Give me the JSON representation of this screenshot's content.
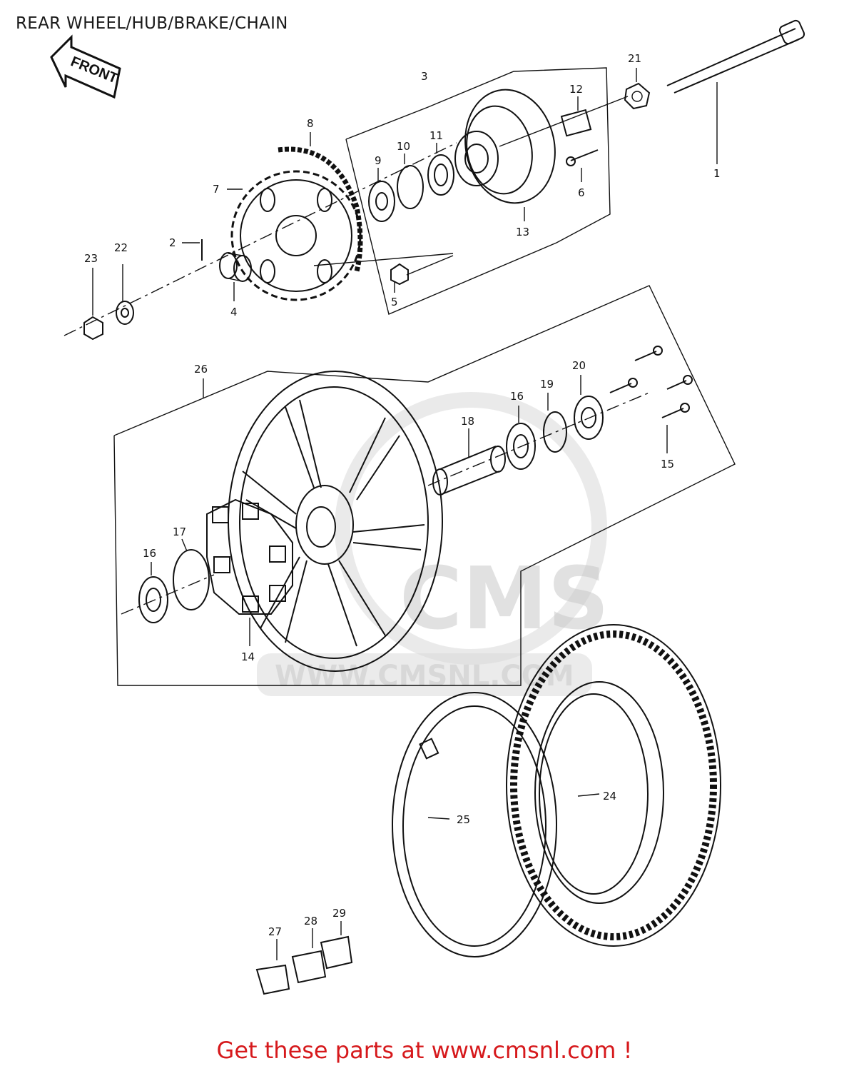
{
  "header": {
    "title": "REAR WHEEL/HUB/BRAKE/CHAIN"
  },
  "badge": {
    "front_label": "FRONT"
  },
  "watermark": {
    "brand": "CMS",
    "url": "WWW.CMSNL.COM"
  },
  "footer": {
    "cta_text": "Get these parts at www.cmsnl.com !",
    "color": "#d6191c"
  },
  "callouts": {
    "c1": "1",
    "c2": "2",
    "c3": "3",
    "c4": "4",
    "c5": "5",
    "c6": "6",
    "c7": "7",
    "c8": "8",
    "c9": "9",
    "c10": "10",
    "c11": "11",
    "c12": "12",
    "c13": "13",
    "c14": "14",
    "c15": "15",
    "c16a": "16",
    "c16b": "16",
    "c17": "17",
    "c18": "18",
    "c19": "19",
    "c20": "20",
    "c21": "21",
    "c22": "22",
    "c23": "23",
    "c24": "24",
    "c25": "25",
    "c26": "26",
    "c27": "27",
    "c28": "28",
    "c29": "29"
  }
}
